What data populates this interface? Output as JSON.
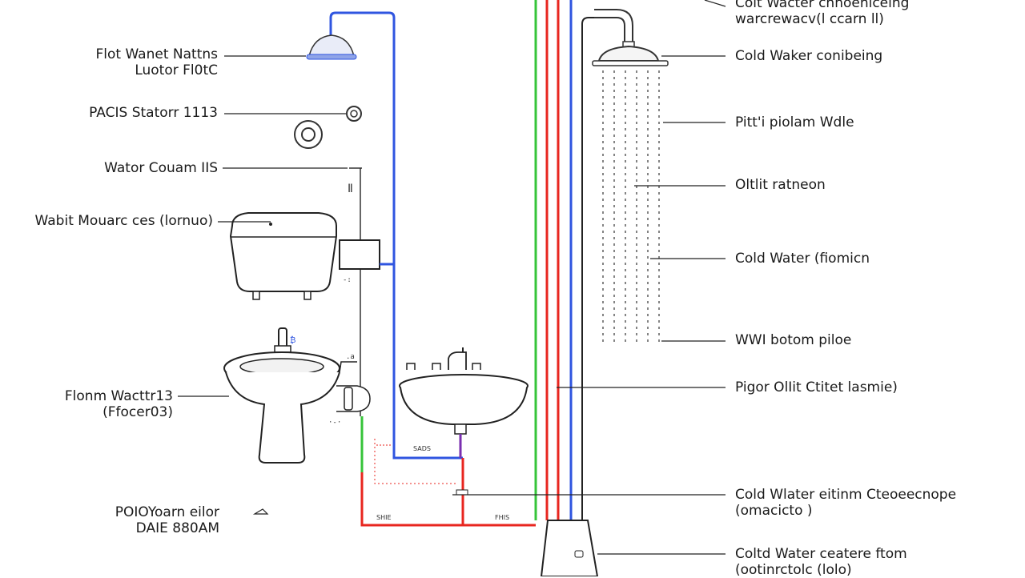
{
  "colors": {
    "hot": "#e8261f",
    "cold": "#2f55e0",
    "green": "#36c43a",
    "line": "#222222"
  },
  "labels_left": [
    {
      "id": "hot-water-mains",
      "lines": [
        "Flot Wanet Nattns",
        "Luotor Fl0tC"
      ]
    },
    {
      "id": "pacs-station",
      "lines": [
        "PACIS Statorr 1113"
      ]
    },
    {
      "id": "water-column",
      "lines": [
        "Wator Couam IIS"
      ]
    },
    {
      "id": "water-cistern",
      "lines": [
        "Wabit Mouarc ces (lornuo)"
      ]
    },
    {
      "id": "flush-water",
      "lines": [
        "Flonm Wacttr13",
        "(Ffocer03)"
      ]
    },
    {
      "id": "pots-drain",
      "lines": [
        "POIOYoarn eilor",
        "DAIE  880AM"
      ]
    }
  ],
  "labels_right": [
    {
      "id": "cold-water-top",
      "lines": [
        "Colt Wacter cnnoeniceing",
        "warcrewacv(l ccarn ll)"
      ]
    },
    {
      "id": "cold-water-combining",
      "lines": [
        "Cold Waker conibeing"
      ]
    },
    {
      "id": "pit-pipe-wide",
      "lines": [
        "Pitt'i piolam Wdle"
      ]
    },
    {
      "id": "outlet-heater",
      "lines": [
        "Oltlit ratneon"
      ]
    },
    {
      "id": "cold-water-flow",
      "lines": [
        "Cold Water (fiomicn"
      ]
    },
    {
      "id": "wall-bottom-pipe",
      "lines": [
        "WWI botom piloe"
      ]
    },
    {
      "id": "pipe-outlet",
      "lines": [
        "Pigor OlIit Ctitet lasmie)"
      ]
    },
    {
      "id": "cold-water-distribution",
      "lines": [
        "Cold Wlater eitinm Cteoeecnope",
        "(omacicto )"
      ]
    },
    {
      "id": "cold-water-source",
      "lines": [
        "Coltd Water ceatere ftom",
        "(ootinrctolc (lolo)"
      ]
    }
  ],
  "small_marks": [
    "SADS",
    "SHIE",
    "FHIS"
  ]
}
